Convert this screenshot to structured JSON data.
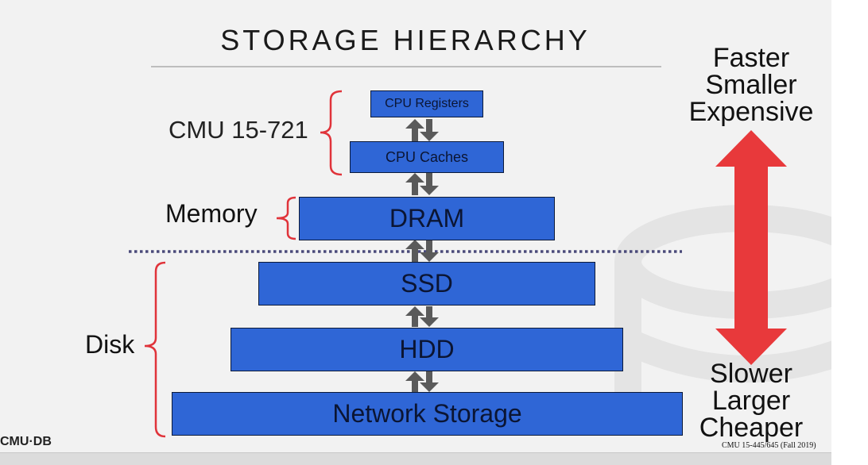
{
  "title": "STORAGE HIERARCHY",
  "levels": {
    "registers": "CPU Registers",
    "caches": "CPU Caches",
    "dram": "DRAM",
    "ssd": "SSD",
    "hdd": "HDD",
    "network": "Network Storage"
  },
  "groups": {
    "cpu": "CMU 15-721",
    "memory": "Memory",
    "disk": "Disk"
  },
  "top_labels": [
    "Faster",
    "Smaller",
    "Expensive"
  ],
  "bottom_labels": [
    "Slower",
    "Larger",
    "Cheaper"
  ],
  "footer": {
    "logo": "CMU·DB",
    "course": "CMU 15-445/645 (Fall 2019)"
  },
  "colors": {
    "box_fill": "#2f66d6",
    "bracket": "#e0333a",
    "arrow_red": "#e8393b",
    "arrow_gray": "#5a5a5a",
    "divider": "#4a4a7a"
  }
}
